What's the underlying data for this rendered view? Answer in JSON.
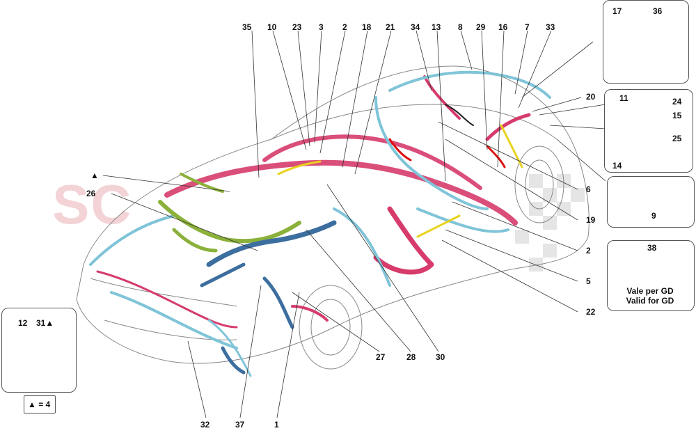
{
  "callouts_top": [
    "35",
    "10",
    "23",
    "3",
    "2",
    "18",
    "21",
    "34",
    "13",
    "8",
    "29",
    "16",
    "7",
    "33"
  ],
  "callouts_right": [
    "20",
    "6",
    "19",
    "2",
    "5",
    "22"
  ],
  "callouts_bottom": [
    "32",
    "37",
    "1",
    "27",
    "28",
    "30"
  ],
  "callouts_left": [
    "26"
  ],
  "left_triangle_label": "▲",
  "inset_top": {
    "labels": [
      "17",
      "36"
    ]
  },
  "inset_bracket": {
    "labels": [
      "11",
      "24",
      "15",
      "25",
      "14"
    ]
  },
  "inset_cable9": {
    "label": "9"
  },
  "inset_cable38": {
    "label": "38",
    "note_line1": "Vale per GD",
    "note_line2": "Valid for GD"
  },
  "inset_left": {
    "labels": [
      "12",
      "31▲"
    ]
  },
  "legend": {
    "text": "▲ = 4"
  },
  "colors": {
    "pink": "#d63b6b",
    "cyan": "#7fc4d8",
    "green": "#8bb13a",
    "blue": "#3c6e9f",
    "yellow": "#e8d21c",
    "red": "#d11"
  }
}
